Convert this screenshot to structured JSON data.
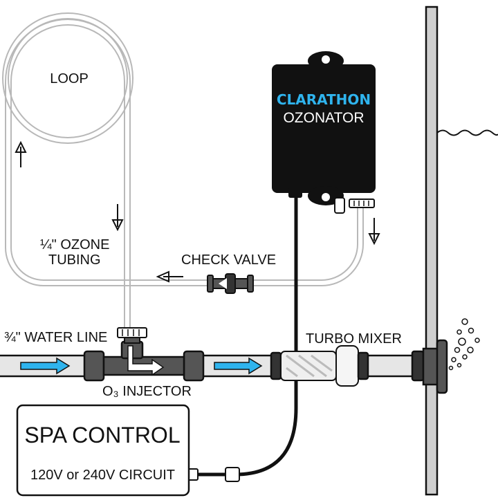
{
  "labels": {
    "loop": "LOOP",
    "ozone_tubing_line1": "¼\" OZONE",
    "ozone_tubing_line2": "TUBING",
    "check_valve": "CHECK VALVE",
    "water_line": "¾\" WATER LINE",
    "injector": "O₃ INJECTOR",
    "turbo_mixer": "TURBO MIXER",
    "spa_control": "SPA CONTROL",
    "circuit": "120V or 240V CIRCUIT"
  },
  "ozonator": {
    "brand": "CLARATHON",
    "name": "OZONATOR"
  },
  "colors": {
    "brand_text": "#2fb4ee",
    "flow_arrow": "#2fb4ee",
    "ozonator_body": "#111111",
    "pipe_fill": "#e6e6e6",
    "tubing_stroke": "#b8b8b8",
    "fitting": "#555555"
  },
  "icons": {
    "ozone_flow_direction": "arrow-icon",
    "water_flow_direction": "blue-arrow-icon",
    "surface": "water-wave-icon",
    "bubbles": "bubbles-icon"
  }
}
